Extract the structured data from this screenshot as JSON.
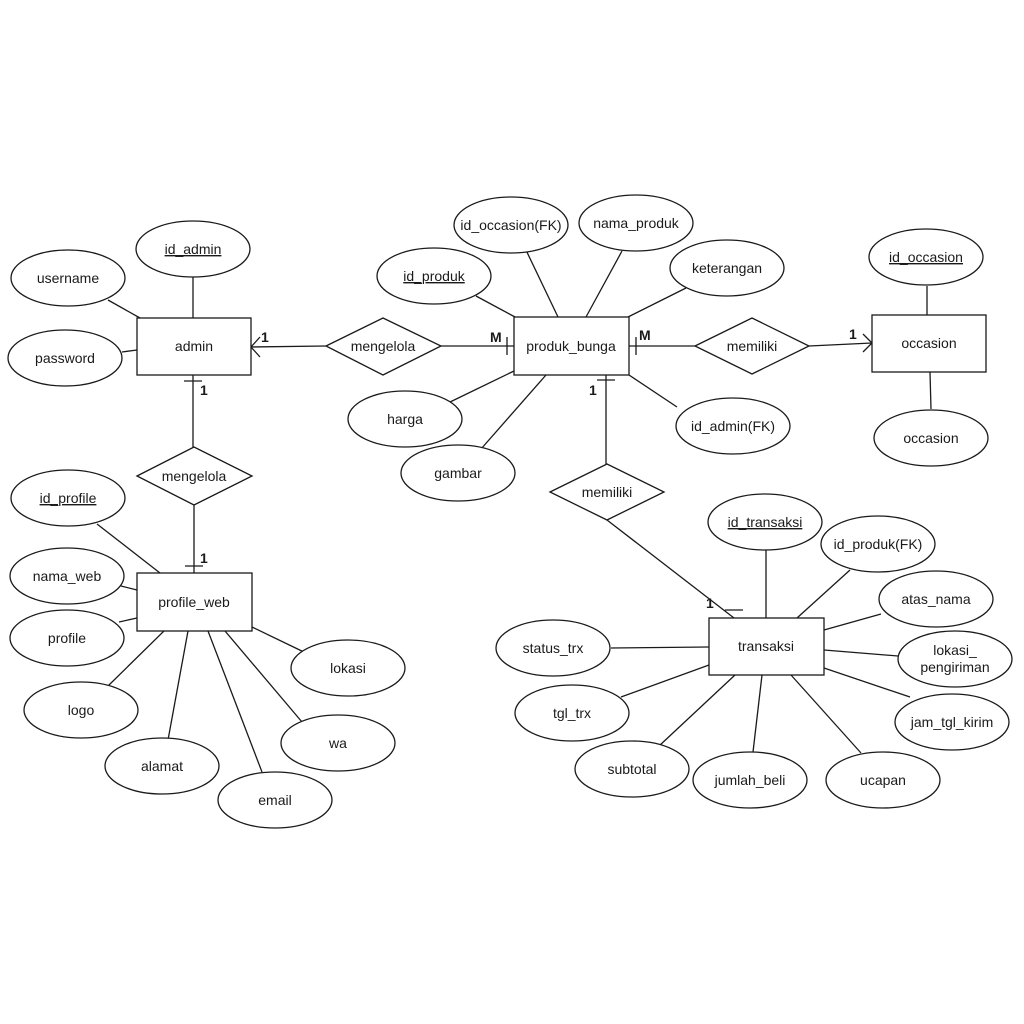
{
  "entities": {
    "admin": "admin",
    "produk_bunga": "produk_bunga",
    "occasion": "occasion",
    "profile_web": "profile_web",
    "transaksi": "transaksi"
  },
  "relations": {
    "mengelola_produk": "mengelola",
    "memiliki_occasion": "memiliki",
    "mengelola_profile": "mengelola",
    "memiliki_transaksi": "memiliki"
  },
  "attributes": {
    "admin": {
      "id_admin": "id_admin",
      "username": "username",
      "password": "password"
    },
    "produk_bunga": {
      "id_occasion_fk": "id_occasion(FK)",
      "nama_produk": "nama_produk",
      "id_produk": "id_produk",
      "keterangan": "keterangan",
      "harga": "harga",
      "gambar": "gambar",
      "id_admin_fk": "id_admin(FK)"
    },
    "occasion": {
      "id_occasion": "id_occasion",
      "occasion": "occasion"
    },
    "profile_web": {
      "id_profile": "id_profile",
      "nama_web": "nama_web",
      "profile": "profile",
      "logo": "logo",
      "alamat": "alamat",
      "email": "email",
      "wa": "wa",
      "lokasi": "lokasi"
    },
    "transaksi": {
      "id_transaksi": "id_transaksi",
      "id_produk_fk": "id_produk(FK)",
      "atas_nama": "atas_nama",
      "lokasi_pengiriman_1": "lokasi_",
      "lokasi_pengiriman_2": "pengiriman",
      "jam_tgl_kirim": "jam_tgl_kirim",
      "ucapan": "ucapan",
      "jumlah_beli": "jumlah_beli",
      "subtotal": "subtotal",
      "tgl_trx": "tgl_trx",
      "status_trx": "status_trx"
    }
  },
  "cardinality": {
    "admin_to_mengelola": "1",
    "mengelola_to_produk": "M",
    "produk_to_memiliki": "M",
    "memiliki_to_occasion": "1",
    "admin_to_profile_rel": "1",
    "profile_rel_to_profile": "1",
    "produk_to_trx_rel": "1",
    "trx_rel_to_transaksi": "1"
  }
}
